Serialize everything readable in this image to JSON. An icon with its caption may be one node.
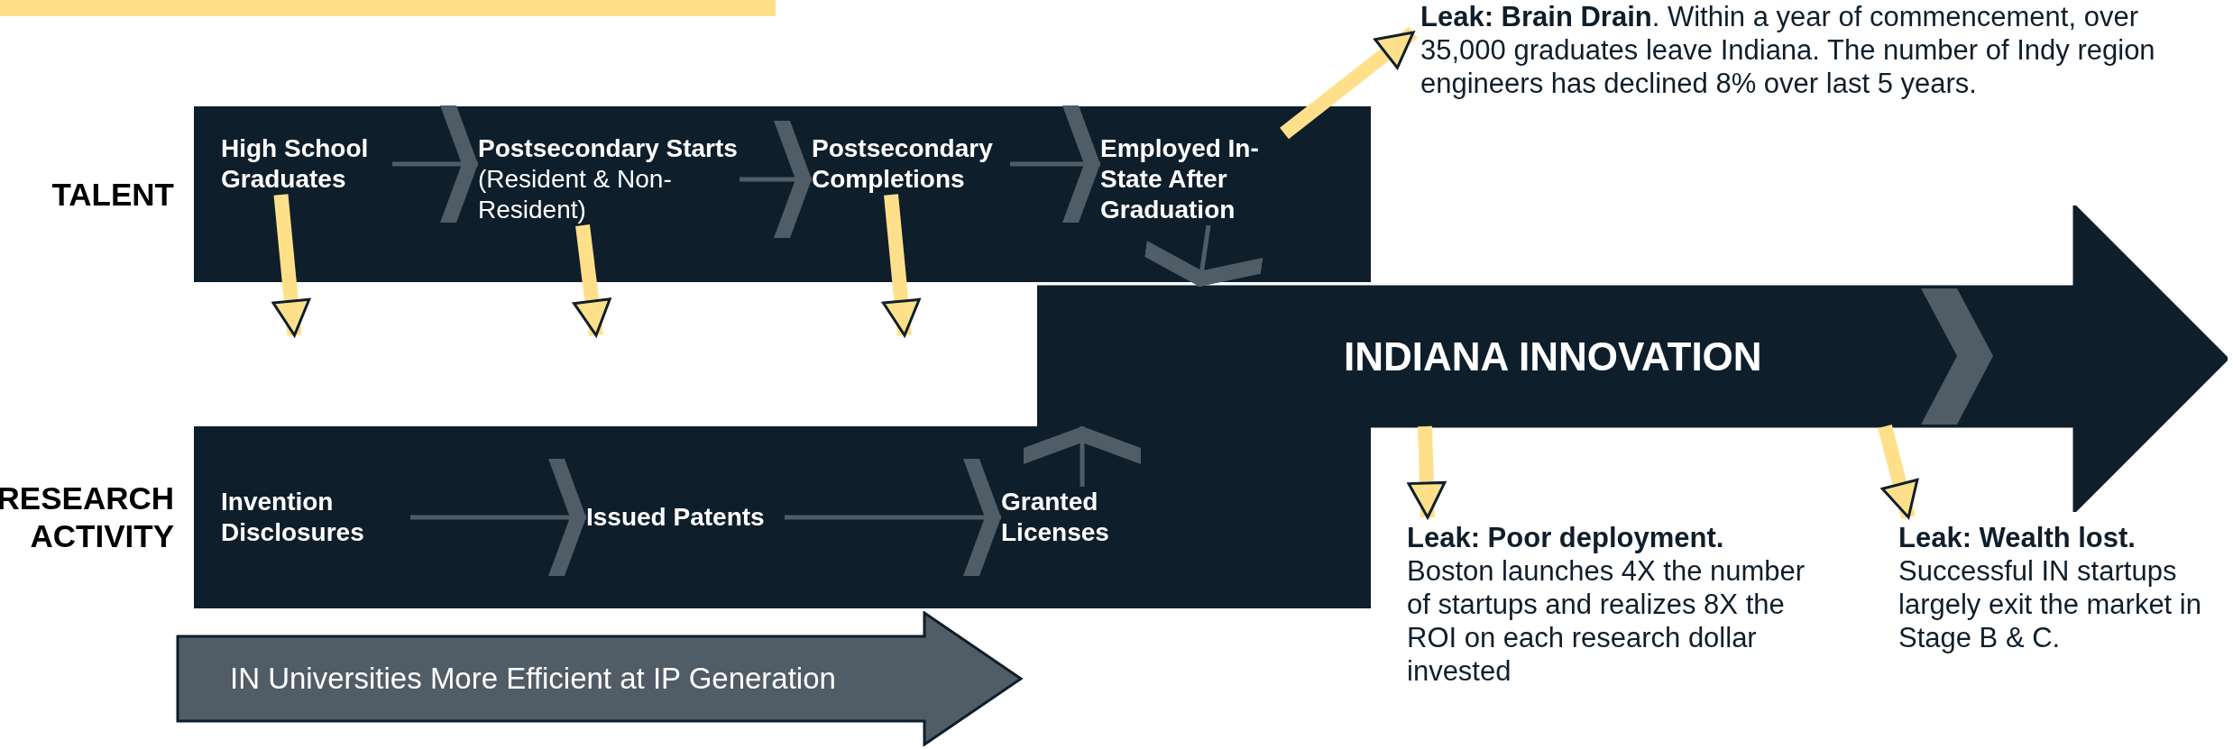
{
  "diagram": {
    "nodes": [
      {
        "text": [
          "TALENT"
        ]
      },
      {
        "text": [
          "High School Graduates"
        ],
        "in": 0
      },
      {
        "text": [
          "**Postsecondary Starts** (Resident & Non-Resident)"
        ],
        "in": 0
      },
      {
        "text": [
          "Postsecondary Completions"
        ],
        "in": 0
      },
      {
        "text": [
          "Employed In-State After Graduation"
        ],
        "in": 0
      },
      {
        "text": [
          "RESEARCH ACTIVITY"
        ]
      },
      {
        "text": [
          "Invention Disclosures"
        ],
        "in": 5
      },
      {
        "text": [
          "Issued Patents"
        ],
        "in": 5
      },
      {
        "text": [
          "Granted Licenses"
        ],
        "in": 5
      },
      {
        "text": [
          "INDIANA INNOVATION"
        ]
      },
      {
        "text": [
          "IN Universities More Efficient at IP Generation"
        ]
      },
      {
        "text": [
          "**Leak: Brain Drain**. Within a year of commencement, over 35,000 graduates leave Indiana. The number of Indy region engineers has declined 8% over last 5 years."
        ]
      },
      {
        "text": [
          "Leak: Poor deployment.",
          "Boston launches 4X the number of startups and realizes 8X the ROI on each research dollar invested"
        ]
      },
      {
        "text": [
          "Leak: Wealth lost.",
          "Successful IN startups largely exit the market in Stage B & C."
        ]
      }
    ],
    "edges": [
      {
        "from": 1,
        "to": 2,
        "arrow": "to"
      },
      {
        "from": 2,
        "to": 3,
        "arrow": "to"
      },
      {
        "from": 3,
        "to": 4,
        "arrow": "to"
      },
      {
        "from": 6,
        "to": 7,
        "arrow": "to"
      },
      {
        "from": 7,
        "to": 8,
        "arrow": "to"
      },
      {
        "from": 4,
        "to": 9,
        "arrow": "to"
      },
      {
        "from": 8,
        "to": 9,
        "arrow": "to"
      },
      {
        "from": 1,
        "to": null,
        "arrow": "to",
        "style": "thick",
        "color": "#ffe08a"
      },
      {
        "from": 2,
        "to": null,
        "arrow": "to",
        "style": "thick",
        "color": "#ffe08a"
      },
      {
        "from": 3,
        "to": null,
        "arrow": "to",
        "style": "thick",
        "color": "#ffe08a"
      },
      {
        "from": 4,
        "to": 11,
        "arrow": "to",
        "style": "thick",
        "color": "#ffe08a"
      },
      {
        "from": 9,
        "to": 12,
        "arrow": "to",
        "style": "thick",
        "color": "#ffe08a"
      },
      {
        "from": 9,
        "to": 13,
        "arrow": "to",
        "style": "thick",
        "color": "#ffe08a"
      }
    ]
  }
}
